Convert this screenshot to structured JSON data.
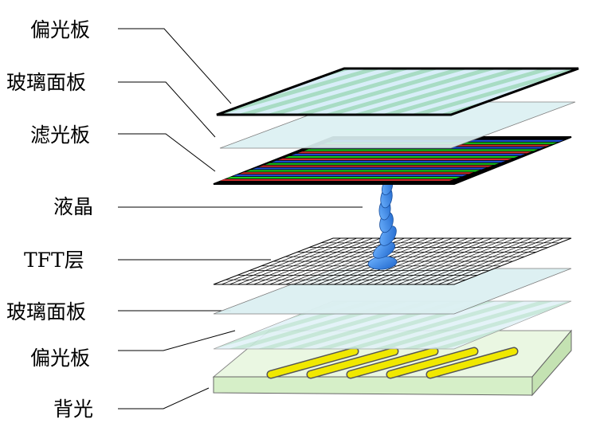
{
  "labels": [
    {
      "id": "polarizer-top",
      "text": "偏光板"
    },
    {
      "id": "glass-top",
      "text": "玻璃面板"
    },
    {
      "id": "color-filter",
      "text": "滤光板"
    },
    {
      "id": "liquid-crystal",
      "text": "液晶"
    },
    {
      "id": "tft-layer",
      "text": "TFT层"
    },
    {
      "id": "glass-bottom",
      "text": "玻璃面板"
    },
    {
      "id": "polarizer-bottom",
      "text": "偏光板"
    },
    {
      "id": "backlight",
      "text": "背光"
    }
  ],
  "colors": {
    "polarizer_stripe_a": "#a8dcc4",
    "polarizer_stripe_b": "#d8eef8",
    "glass_fill": "#dcf0f2",
    "filter_border": "#000000",
    "filter_red": "#cc2b2b",
    "filter_green": "#18cc1e",
    "filter_blue": "#1e4fd8",
    "crystal": "#2a7fe0",
    "backlight_top": "#eaf7e2",
    "backlight_side": "#cfeac0",
    "lamp": "#f0e800"
  }
}
